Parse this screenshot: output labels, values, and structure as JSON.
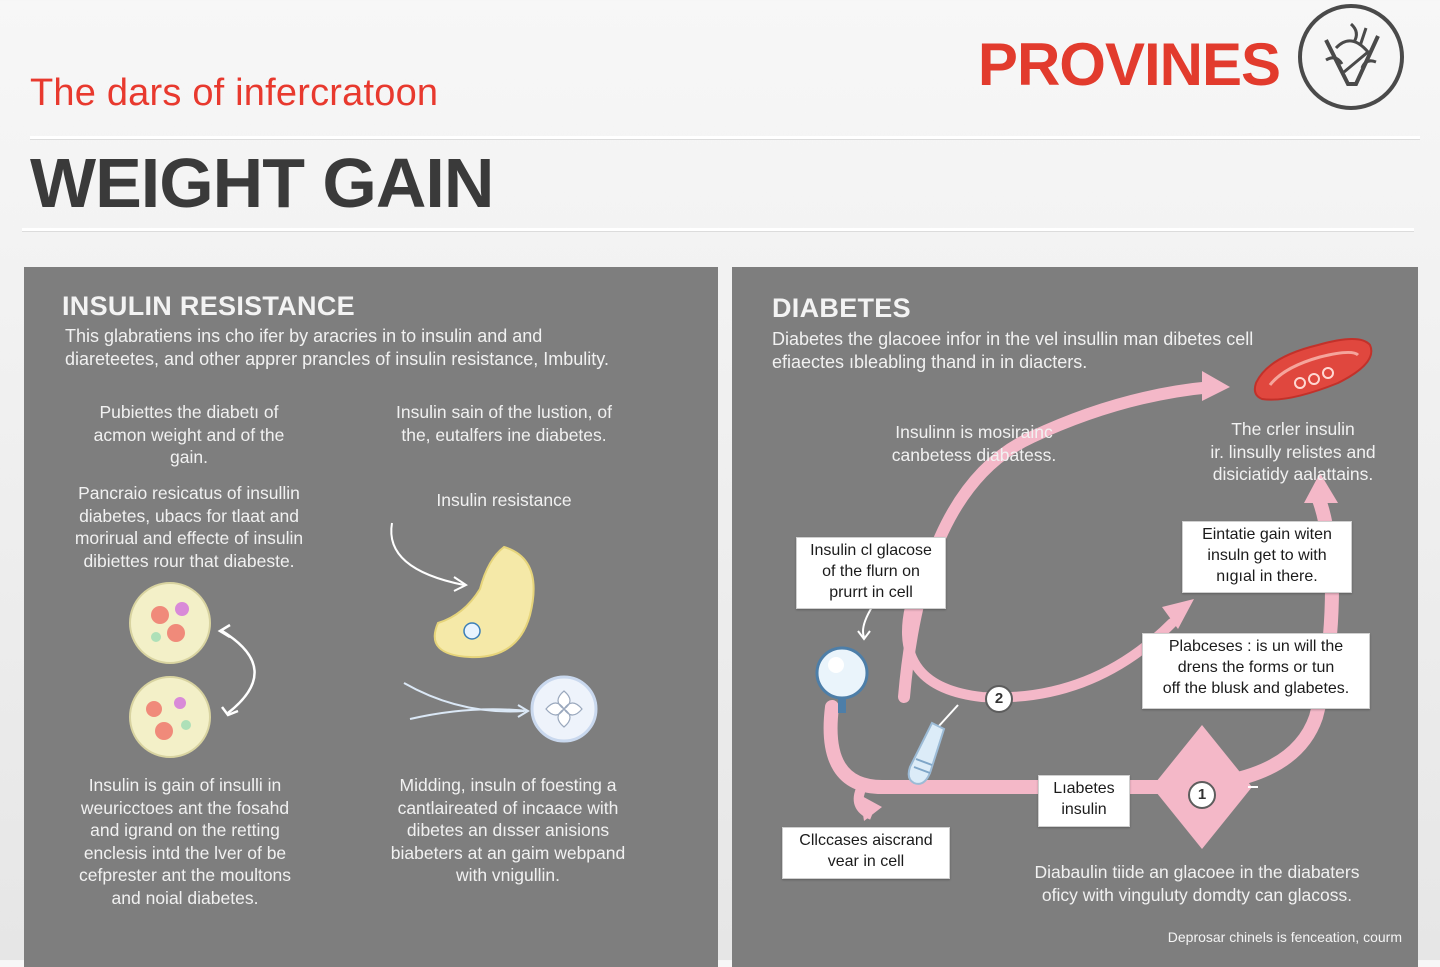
{
  "header": {
    "subtitle": "The dars of infercratoon",
    "brand": "PROVINES",
    "title": "WEIGHT GAIN"
  },
  "insulin_resistance": {
    "heading": "INSULIN RESISTANCE",
    "intro_line1": "This glabratiens ins cho ifer by aracries in to insulin and and",
    "intro_line2": "diareteetes, and other apprer prancles of insulin resistance, Imbulity.",
    "col1_top": [
      "Pubiettes the diabetı of",
      "acmon weight and of the",
      "gain."
    ],
    "col2_top": [
      "Insulin sain of the lustion, of",
      "the, eutalfers ine diabetes."
    ],
    "col1_mid": [
      "Pancraio resicatus of insullin",
      "diabetes, ubacs for tlaat and",
      "morirual and effecte of insulin",
      "dibiettes rour that diabeste."
    ],
    "col2_mid": "Insulin resistance",
    "col1_bottom": [
      "Insulin is gain of insulli in",
      "weuricctoes ant the fosahd",
      "and igrand on the retting",
      "enclesis intd the lver of be",
      "cefprester ant the moultons",
      "and noial diabetes."
    ],
    "col2_bottom": [
      "Midding, insuln of foesting a",
      "cantlaireated of incaace with",
      "dibetes an dısser anisions",
      "biabeters at an gaim webpand",
      "with vnigullin."
    ]
  },
  "diabetes": {
    "heading": "DIABETES",
    "intro_line1": "Diabetes the glacoee infor in the vel insullin man dibetes cell",
    "intro_line2": "efiaectes ıbleabling thand in in diacters.",
    "label_resistance": [
      "Insulinn is mosirainc",
      "canbetess diabatess."
    ],
    "label_cell": [
      "The crler insulin",
      "ir. linsully relistes and",
      "disiciatidy aalattains."
    ],
    "box_glucose": [
      "Insulin cl glacose",
      "of the flurn on",
      "prurrt in cell"
    ],
    "box_gain": [
      "Eintatie gain witen",
      "insuln get to with",
      "nıgıal in there."
    ],
    "box_plabceses": [
      "Plabceses : is un will the",
      "drens the forms or tun",
      "off the blusk and glabetes."
    ],
    "box_diabetes_insulin": [
      "Lıabetes",
      "insulin"
    ],
    "box_cell": [
      "Cllccases aiscrand",
      "vear in cell"
    ],
    "badge_1": "1",
    "badge_2": "2",
    "bottom_text": [
      "Diabaulin tiide an glacoee in the diabaters",
      "oficy with vinguluty domdty can glacoss."
    ],
    "footnote": "Deprosar chinels is fenceation, courm"
  },
  "colors": {
    "accent_red": "#e23b2d",
    "panel_gray": "#7e7e7e",
    "pathway_pink": "#f4b8c8",
    "cell_red": "#e0473e"
  },
  "icons": [
    "brand-emblem-icon",
    "cell-pair-icon",
    "yellow-cell-icon",
    "flower-cell-icon",
    "magnifier-icon",
    "vial-icon",
    "red-blood-cell-icon"
  ]
}
